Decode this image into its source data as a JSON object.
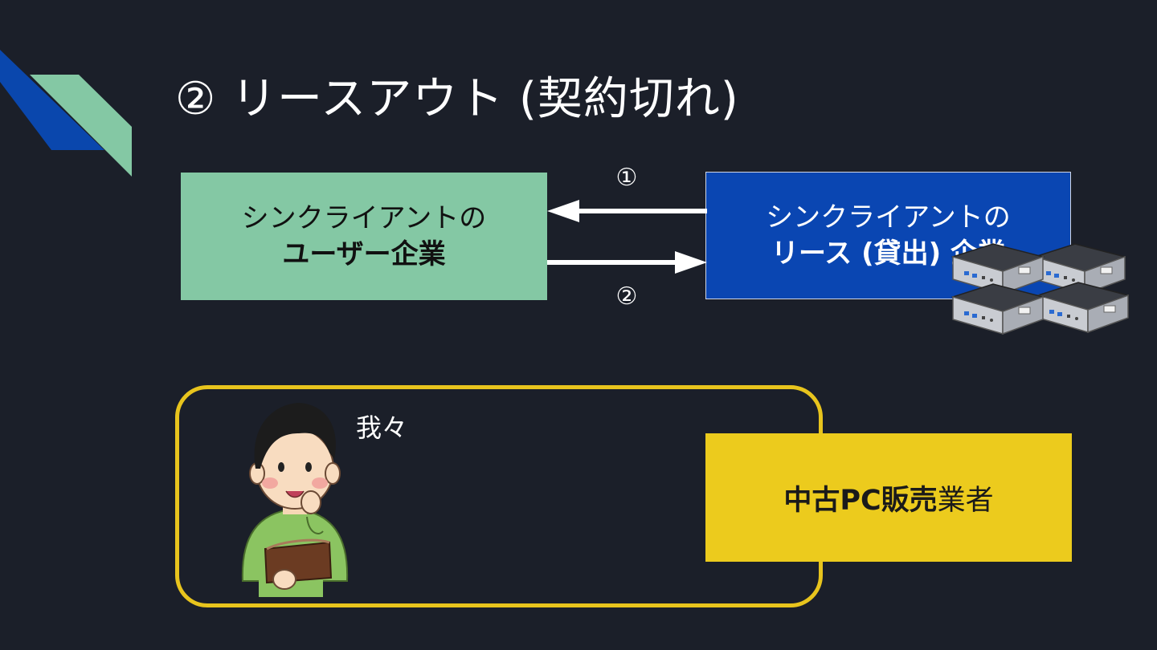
{
  "slide": {
    "title": "② リースアウト (契約切れ)",
    "user_box": {
      "line1": "シンクライアントの",
      "line2": "ユーザー企業"
    },
    "lease_box": {
      "line1": "シンクライアントの",
      "line2": "リース (貸出) 企業"
    },
    "arrow1_label": "①",
    "arrow2_label": "②",
    "us_label": "我々",
    "dealer_box": {
      "bold_part": "中古PC販売",
      "regular_part": "業者"
    }
  },
  "colors": {
    "background": "#1b1f29",
    "user_box": "#84c8a4",
    "lease_box": "#0a46b2",
    "dealer_box": "#eccb1d",
    "frame": "#e8c41d",
    "arrows": "#ffffff"
  },
  "icons": [
    "corner-chevron-decoration",
    "mini-pc-cluster-illustration",
    "person-holding-wallet-illustration"
  ]
}
